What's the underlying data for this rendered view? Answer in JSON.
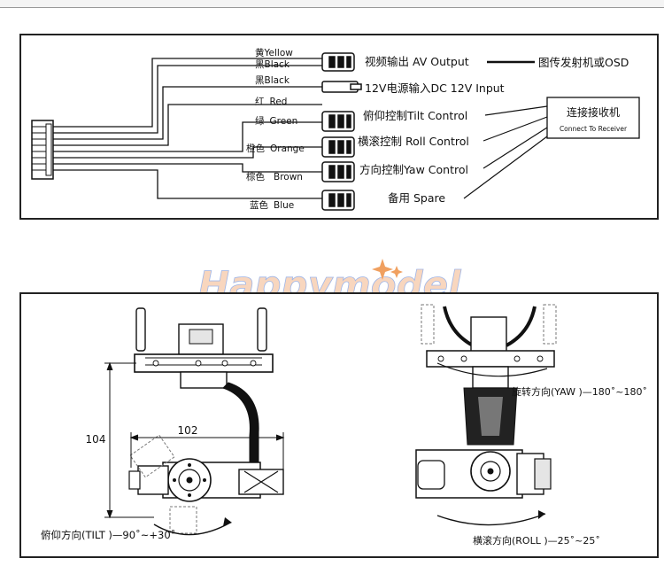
{
  "wiring": {
    "wires": [
      {
        "cn": "黄",
        "en": "Yellow"
      },
      {
        "cn": "黑",
        "en": "Black"
      },
      {
        "cn": "黑",
        "en": "Black"
      },
      {
        "cn": "红",
        "en": "Red"
      },
      {
        "cn": "绿",
        "en": "Green"
      },
      {
        "cn": "橙色",
        "en": "Orange"
      },
      {
        "cn": "棕色",
        "en": "Brown"
      },
      {
        "cn": "蓝色",
        "en": "Blue"
      }
    ],
    "connections": {
      "av_output": "视频输出 AV Output",
      "power_input": "12V电源输入DC 12V Input",
      "tilt": "俯仰控制Tilt Control",
      "roll": "横滚控制 Roll Control",
      "yaw": "方向控制Yaw Control",
      "spare": "备用 Spare"
    },
    "transmitter": "图传发射机或OSD",
    "receiver": {
      "cn": "连接接收机",
      "en": "Connect To Receiver"
    }
  },
  "watermark": "Happymodel",
  "dimensions": {
    "height": "104",
    "width": "102",
    "tilt_range": "俯仰方向(TILT )—90˚~+30˚",
    "yaw_range": "旋转方向(YAW )—180˚~180˚",
    "roll_range": "横滚方向(ROLL )—25˚~25˚"
  },
  "colors": {
    "line": "#111111",
    "watermark_fill": "#f6c8a8",
    "watermark_blue": "#9fb6e8",
    "sparkle": "#f0a060"
  }
}
